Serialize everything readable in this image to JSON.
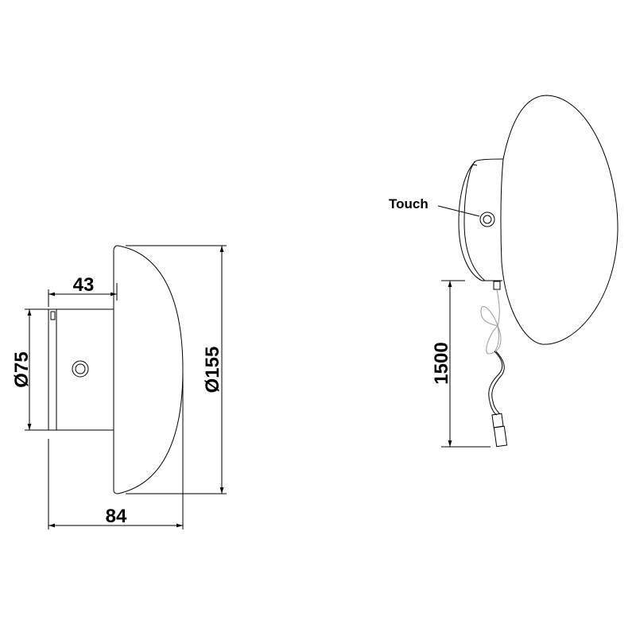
{
  "side_view": {
    "dim_depth_base": "43",
    "dim_base_diameter": "Ø75",
    "dim_shade_diameter": "Ø155",
    "dim_total_depth": "84"
  },
  "perspective_view": {
    "touch_label": "Touch",
    "dim_cable_length": "1500"
  }
}
